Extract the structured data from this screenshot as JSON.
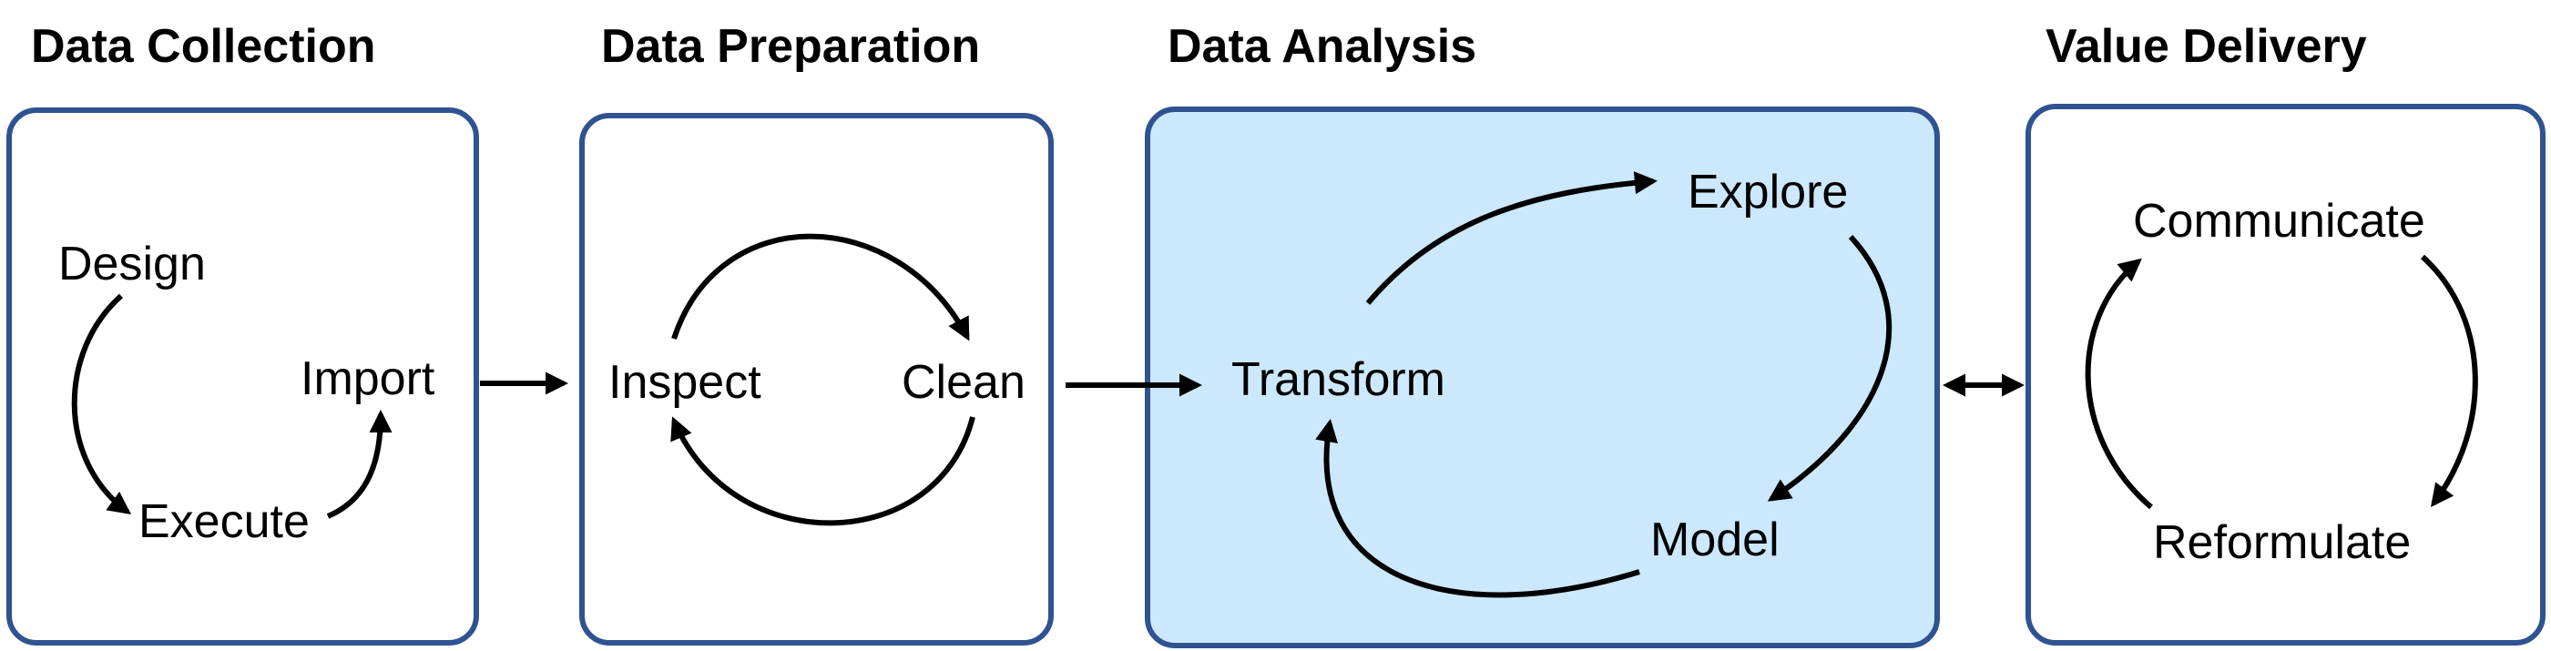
{
  "colors": {
    "box_border": "#2f5290",
    "box_fill": "#ffffff",
    "highlight_fill": "#cce8fd",
    "arrow": "#000000",
    "text": "#000000"
  },
  "stages": [
    {
      "title": "Data Collection",
      "highlighted": false,
      "nodes": [
        "Design",
        "Execute",
        "Import"
      ]
    },
    {
      "title": "Data Preparation",
      "highlighted": false,
      "nodes": [
        "Inspect",
        "Clean"
      ]
    },
    {
      "title": "Data Analysis",
      "highlighted": true,
      "nodes": [
        "Transform",
        "Explore",
        "Model"
      ]
    },
    {
      "title": "Value Delivery",
      "highlighted": false,
      "nodes": [
        "Communicate",
        "Reformulate"
      ]
    }
  ],
  "connections": [
    {
      "from": "Data Collection",
      "to": "Data Preparation",
      "direction": "forward"
    },
    {
      "from": "Data Preparation",
      "to": "Data Analysis",
      "direction": "forward"
    },
    {
      "from": "Data Analysis",
      "to": "Value Delivery",
      "direction": "bidirectional"
    }
  ]
}
